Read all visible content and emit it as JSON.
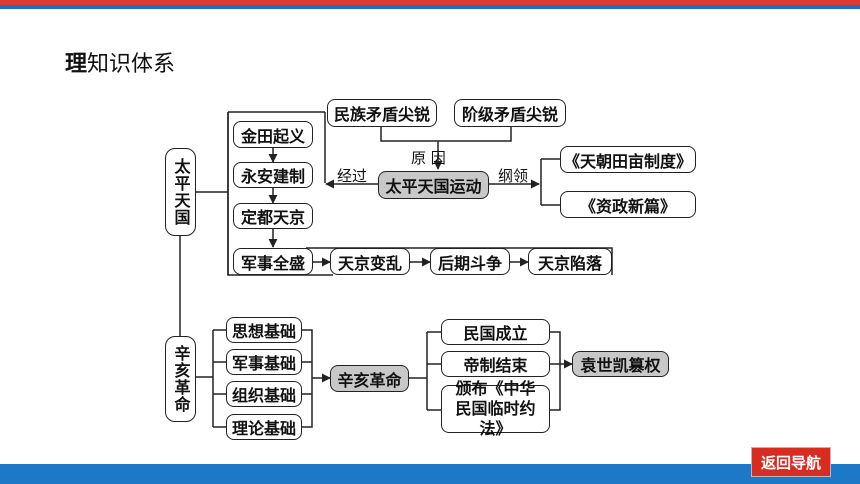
{
  "page_title": {
    "first": "理",
    "rest": "知识体系"
  },
  "taiping": {
    "label": "太平天国",
    "cause_1": "民族矛盾尖锐",
    "cause_2": "阶级矛盾尖锐",
    "cause_label": "原  因",
    "center": "太平天国运动",
    "process_label": "经过",
    "program_label": "纲领",
    "program_1": "《天朝田亩制度》",
    "program_2": "《资政新篇》",
    "stages": [
      "金田起义",
      "永安建制",
      "定都天京",
      "军事全盛",
      "天京变乱",
      "后期斗争",
      "天京陷落"
    ]
  },
  "xinhai": {
    "label": "辛亥革命",
    "foundations": [
      "思想基础",
      "军事基础",
      "组织基础",
      "理论基础"
    ],
    "center": "辛亥革命",
    "results": [
      "民国成立",
      "帝制结束",
      "颁布《中华民国临时约法》"
    ],
    "final": "袁世凯篡权"
  },
  "nav": {
    "back_label": "返回导航"
  }
}
